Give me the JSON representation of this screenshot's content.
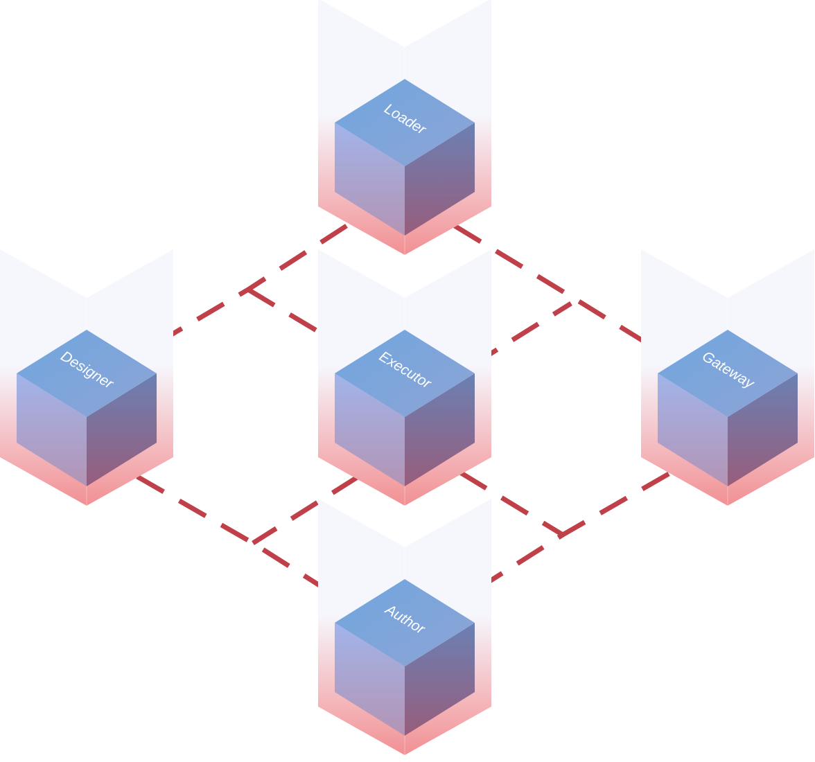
{
  "colors": {
    "link": "#c0404a",
    "column_top": "#f6f7fd",
    "column_bottom": "#f29093",
    "cube_top_a": "#6fa6de",
    "cube_top_b": "#8ea4d6",
    "cube_left_top": "#a2b4ea",
    "cube_left_bottom": "#b394b4",
    "cube_right_top": "#6b80b3",
    "cube_right_bottom": "#975d7c"
  },
  "nodes": [
    {
      "id": "loader",
      "label": "Loader"
    },
    {
      "id": "designer",
      "label": "Designer"
    },
    {
      "id": "executor",
      "label": "Executor"
    },
    {
      "id": "gateway",
      "label": "Gateway"
    },
    {
      "id": "author",
      "label": "Author"
    }
  ],
  "links": [
    {
      "from": "loader",
      "to": "designer"
    },
    {
      "from": "loader",
      "to": "gateway"
    },
    {
      "from": "loader",
      "to": "executor"
    },
    {
      "from": "executor",
      "to": "gateway"
    },
    {
      "from": "designer",
      "to": "author"
    },
    {
      "from": "executor",
      "to": "author"
    },
    {
      "from": "executor",
      "to": "gateway-author"
    },
    {
      "from": "gateway",
      "to": "author"
    }
  ]
}
